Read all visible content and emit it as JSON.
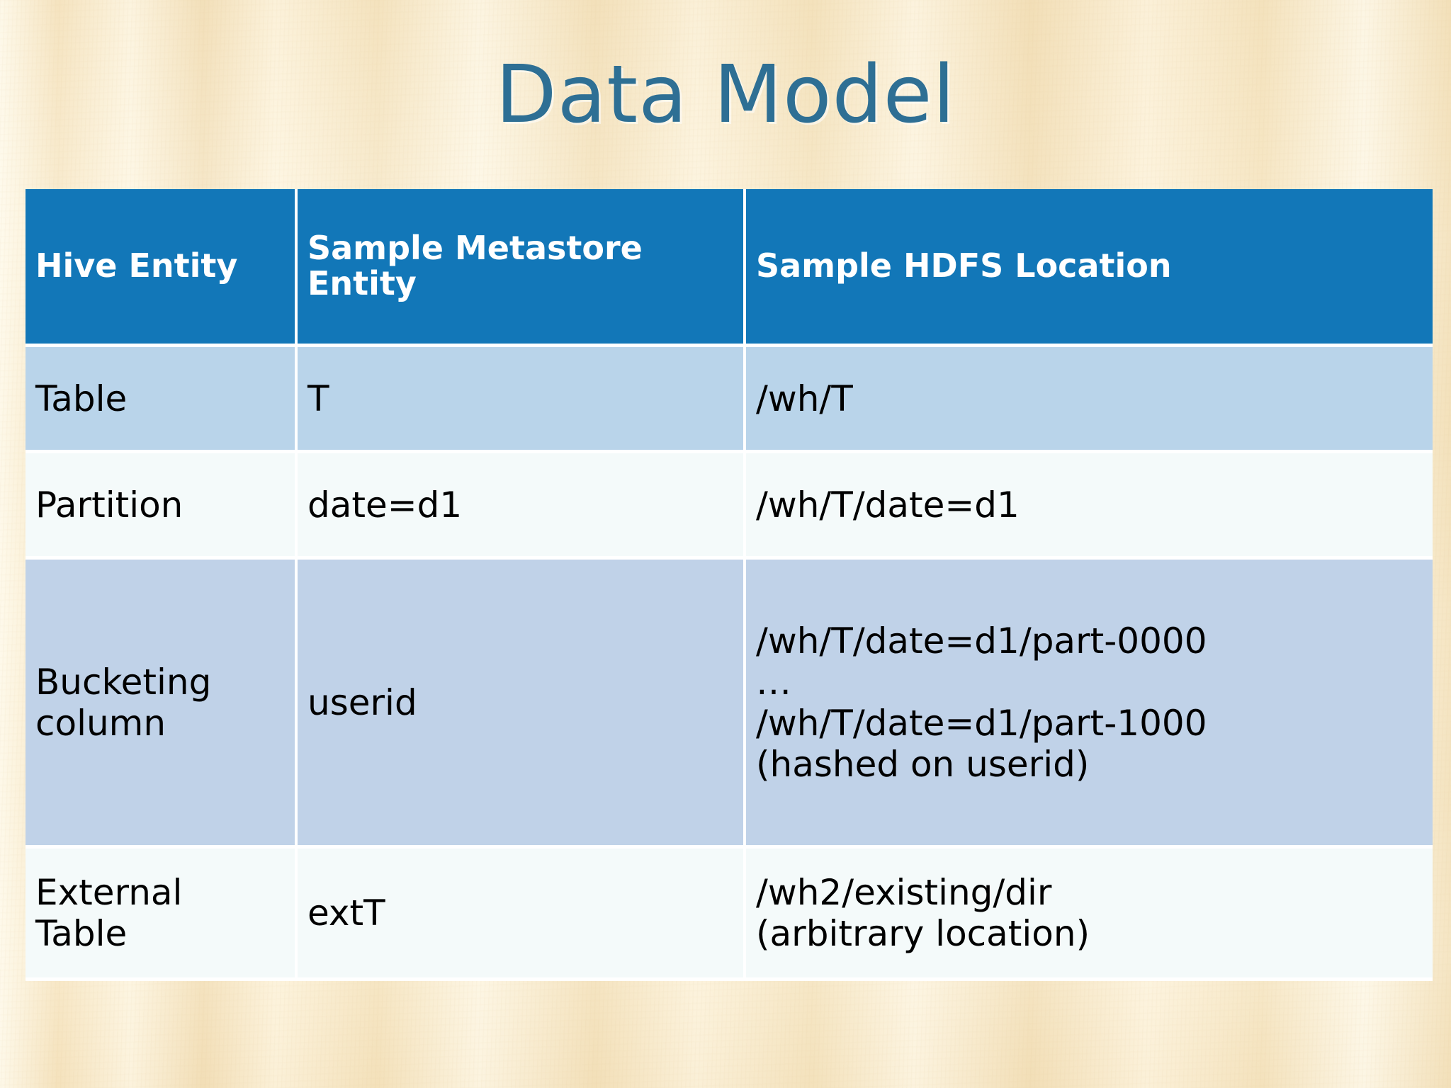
{
  "slide": {
    "title": "Data Model",
    "title_color": "#2e6f94",
    "background_color": "#f7e7c5"
  },
  "table": {
    "header_bg": "#1277b8",
    "header_text_color": "#ffffff",
    "row_band_dark": "#b9d4ea",
    "row_band_light": "#f4fafa",
    "columns": [
      {
        "id": "hive-entity",
        "label": "Hive Entity"
      },
      {
        "id": "metastore-entity",
        "label": "Sample\nMetastore Entity"
      },
      {
        "id": "hdfs-location",
        "label": "Sample HDFS Location"
      }
    ],
    "rows": [
      {
        "id": "table",
        "hive_entity": "Table",
        "metastore_entity": "T",
        "hdfs_location": "/wh/T"
      },
      {
        "id": "partition",
        "hive_entity": "Partition",
        "metastore_entity": "date=d1",
        "hdfs_location": "/wh/T/date=d1"
      },
      {
        "id": "bucketing-column",
        "hive_entity": "Bucketing\ncolumn",
        "metastore_entity": "userid",
        "hdfs_location_lines": [
          "/wh/T/date=d1/part-0000",
          "…",
          "/wh/T/date=d1/part-1000",
          "(hashed on userid)"
        ]
      },
      {
        "id": "external-table",
        "hive_entity": "External\nTable",
        "metastore_entity": "extT",
        "hdfs_location_lines": [
          "/wh2/existing/dir",
          "(arbitrary location)"
        ]
      }
    ]
  }
}
